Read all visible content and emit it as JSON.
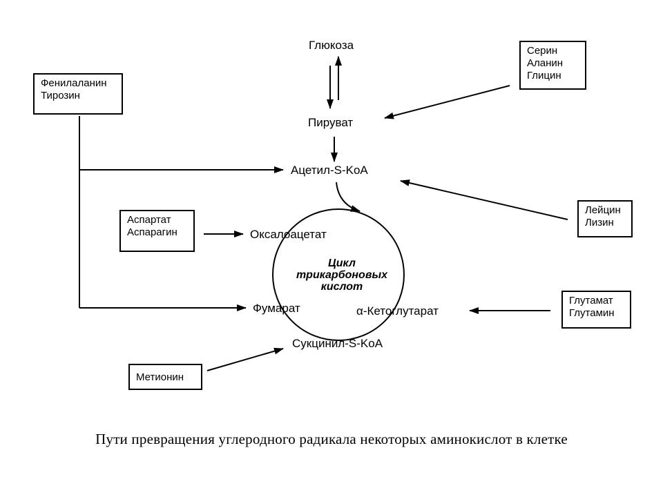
{
  "nodes": {
    "glucose": "Глюкоза",
    "pyruvate": "Пируват",
    "acetyl_coa": "Ацетил-S-KoA",
    "oxaloacetate": "Оксалоацетат",
    "fumarate": "Фумарат",
    "ketoglutarate": "α-Кетоглутарат",
    "succinyl_coa": "Сукцинил-S-KoA"
  },
  "cycle_label": [
    "Цикл",
    "трикарбоновых",
    "кислот"
  ],
  "boxes": {
    "phenylalanine": [
      "Фенилаланин",
      "Тирозин"
    ],
    "serine": [
      "Серин",
      "Аланин",
      "Глицин"
    ],
    "leucine": [
      "Лейцин",
      "Лизин"
    ],
    "aspartate": [
      "Аспартат",
      "Аспарагин"
    ],
    "glutamate": [
      "Глутамат",
      "Глутамин"
    ],
    "methionine": [
      "Метионин"
    ]
  },
  "caption": "Пути превращения углеродного радикала некоторых аминокислот в клетке"
}
